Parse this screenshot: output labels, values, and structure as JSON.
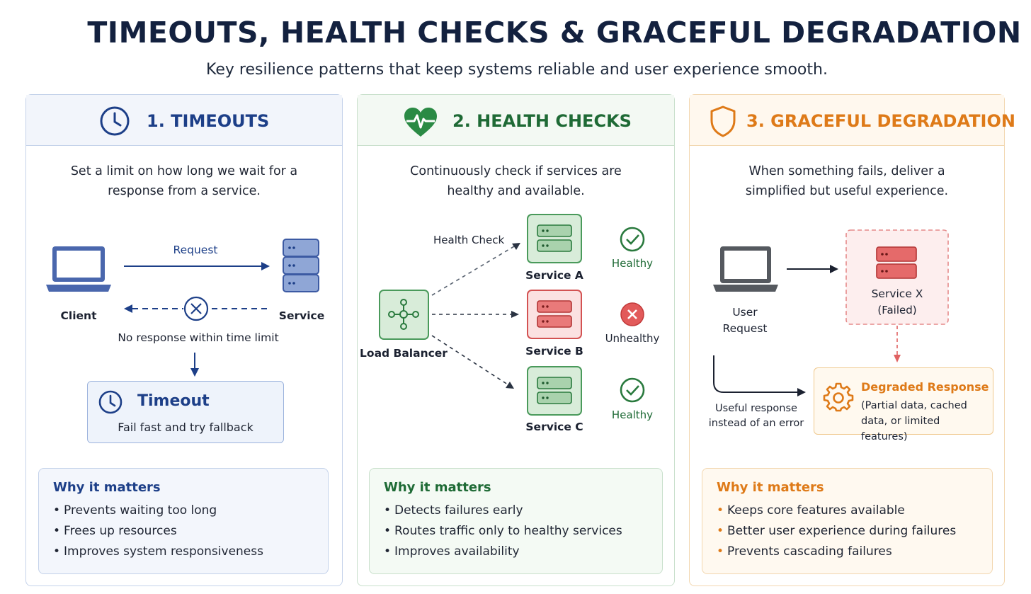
{
  "title": "TIMEOUTS, HEALTH CHECKS & GRACEFUL DEGRADATION",
  "subtitle": "Key resilience patterns that keep systems reliable and user experience smooth.",
  "timeouts": {
    "heading": "1. TIMEOUTS",
    "icon": "clock-icon",
    "accent": "#1d3f88",
    "description": "Set a limit on how long we wait for a response from a service.",
    "request_label": "Request",
    "client_label": "Client",
    "service_label": "Service",
    "no_response_label": "No response within time limit",
    "timeout_title": "Timeout",
    "timeout_text": "Fail fast and try fallback",
    "why_title": "Why it matters",
    "why_items": [
      "Prevents waiting too long",
      "Frees up resources",
      "Improves system responsiveness"
    ]
  },
  "health_checks": {
    "heading": "2. HEALTH CHECKS",
    "icon": "heartbeat-icon",
    "accent": "#1e6a35",
    "description": "Continuously check if services are healthy and available.",
    "health_check_label": "Health Check",
    "load_balancer_label": "Load Balancer",
    "services": [
      {
        "name": "Service A",
        "status": "Healthy"
      },
      {
        "name": "Service B",
        "status": "Unhealthy"
      },
      {
        "name": "Service C",
        "status": "Healthy"
      }
    ],
    "why_title": "Why it matters",
    "why_items": [
      "Detects failures early",
      "Routes traffic only to healthy services",
      "Improves availability"
    ]
  },
  "degradation": {
    "heading": "3. GRACEFUL DEGRADATION",
    "icon": "shield-icon",
    "accent": "#de7a18",
    "description": "When something fails, deliver a simplified but useful experience.",
    "user_request_label": "User Request",
    "service_x_label": "Service X",
    "service_x_status": "(Failed)",
    "useful_response_label": "Useful response instead of an error",
    "degraded_title": "Degraded Response",
    "degraded_text": "(Partial data, cached data, or limited features)",
    "why_title": "Why it matters",
    "why_items": [
      "Keeps core features available",
      "Better user experience during failures",
      "Prevents cascading failures"
    ]
  }
}
